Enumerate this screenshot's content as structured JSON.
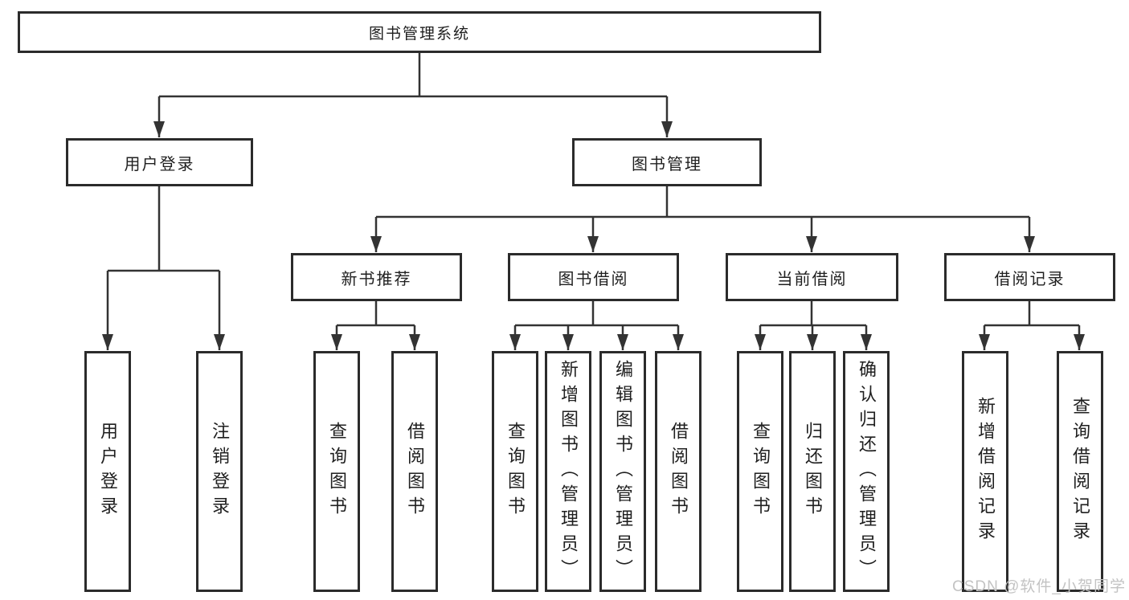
{
  "tree": {
    "root": {
      "label": "图书管理系统"
    },
    "user_login": {
      "label": "用户登录",
      "children": [
        {
          "label": "用户登录"
        },
        {
          "label": "注销登录"
        }
      ]
    },
    "book_mgmt": {
      "label": "图书管理",
      "children": [
        {
          "label": "新书推荐",
          "children": [
            {
              "label": "查询图书"
            },
            {
              "label": "借阅图书"
            }
          ]
        },
        {
          "label": "图书借阅",
          "children": [
            {
              "label": "查询图书"
            },
            {
              "label": "新增图书（管理员）"
            },
            {
              "label": "编辑图书（管理员）"
            },
            {
              "label": "借阅图书"
            }
          ]
        },
        {
          "label": "当前借阅",
          "children": [
            {
              "label": "查询图书"
            },
            {
              "label": "归还图书"
            },
            {
              "label": "确认归还（管理员）"
            }
          ]
        },
        {
          "label": "借阅记录",
          "children": [
            {
              "label": "新增借阅记录"
            },
            {
              "label": "查询借阅记录"
            }
          ]
        }
      ]
    }
  },
  "watermark": {
    "text": "CSDN @软件_小贺同学"
  },
  "colors": {
    "line": "#333333",
    "box_border": "#2b2b2b",
    "text": "#1f1f1f",
    "background": "#ffffff",
    "watermark": "#c3c3c3"
  }
}
